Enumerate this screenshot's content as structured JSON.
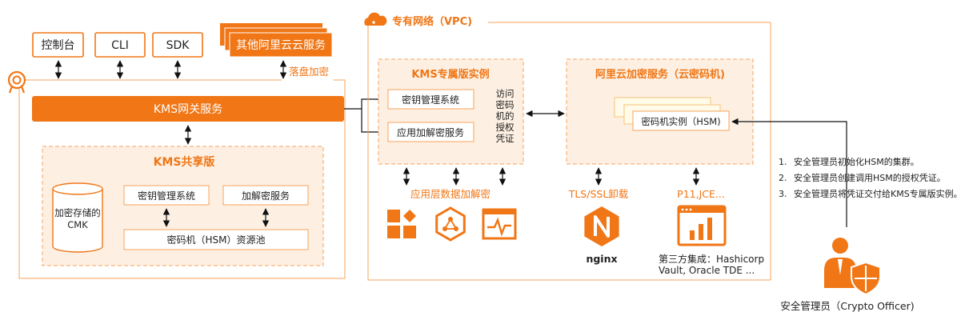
{
  "clients": {
    "console": "控制台",
    "cli": "CLI",
    "sdk": "SDK",
    "other_services": "其他阿里云云服务",
    "disk_encryption": "落盘加密"
  },
  "gateway": {
    "title": "KMS网关服务"
  },
  "shared": {
    "title": "KMS共享版",
    "cmk_store_line1": "加密存储的",
    "cmk_store_line2": "CMK",
    "key_mgmt": "密钥管理系统",
    "crypto_service": "加解密服务",
    "hsm_pool": "密码机（HSM）资源池"
  },
  "vpc": {
    "title": "专有网络（VPC)"
  },
  "dedicated": {
    "title": "KMS专属版实例",
    "key_mgmt": "密钥管理系统",
    "app_crypto": "应用加解密服务",
    "access_lines": [
      "访问",
      "密码",
      "机的",
      "授权",
      "凭证"
    ],
    "app_data_crypto": "应用层数据加解密"
  },
  "cloud_hsm": {
    "title": "阿里云加密服务（云密码机)",
    "hsm_instance": "密码机实例（HSM)",
    "tls": "TLS/SSL卸载",
    "p11": "P11,JCE...",
    "nginx": "nginx",
    "third_party_line1": "第三方集成：Hashicorp",
    "third_party_line2": "Vault, Oracle TDE ..."
  },
  "steps": [
    "安全管理员初始化HSM的集群。",
    "安全管理员创建调用HSM的授权凭证。",
    "安全管理员将凭证交付给KMS专属版实例。"
  ],
  "officer": {
    "label": "安全管理员（Crypto Officer)"
  },
  "colors": {
    "accent": "#f07616",
    "panel_fill": "#fdf0e3",
    "border": "#f7a35c"
  }
}
